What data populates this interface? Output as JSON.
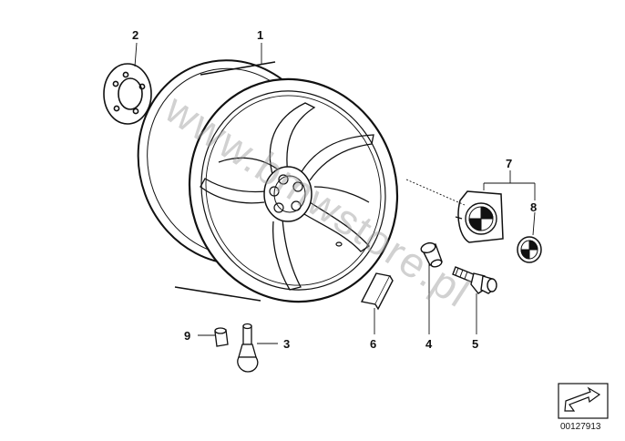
{
  "callouts": {
    "c1": "1",
    "c2": "2",
    "c3": "3",
    "c4": "4",
    "c5": "5",
    "c6": "6",
    "c7": "7",
    "c8": "8",
    "c9": "9"
  },
  "watermark": "www.bmwstore.pl",
  "document_number": "00127913",
  "colors": {
    "ink": "#111111",
    "watermark": "#9a9a9a",
    "background": "#ffffff"
  }
}
